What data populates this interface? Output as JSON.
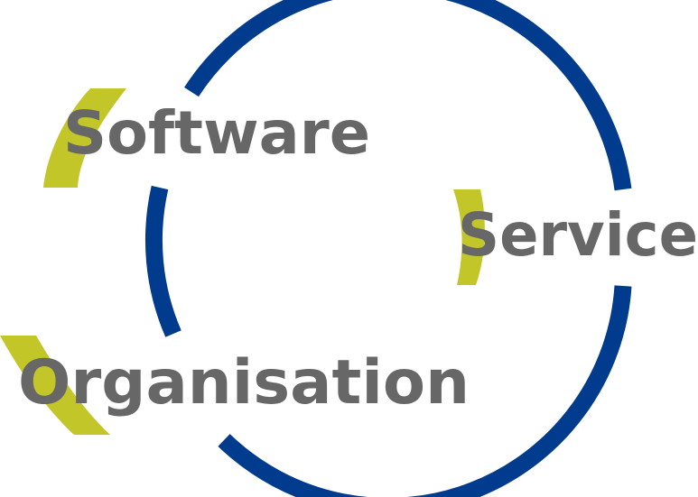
{
  "logo": {
    "words": {
      "software": "Software",
      "service": "Service",
      "organisation": "Organisation"
    },
    "colors": {
      "ring": "#003b8e",
      "accent": "#c2c629",
      "text": "#676767",
      "background": "#ffffff"
    }
  }
}
